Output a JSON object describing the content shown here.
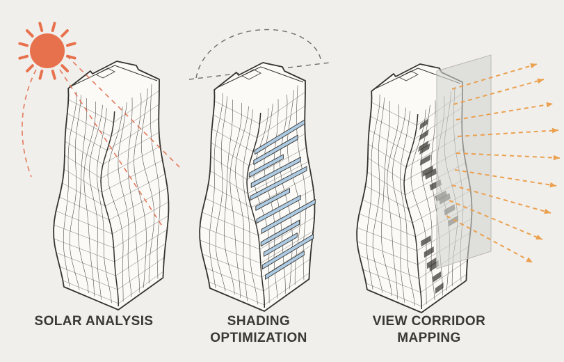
{
  "panels": [
    {
      "id": "solar-analysis",
      "label": "SOLAR ANALYSIS",
      "label_lines": [
        "SOLAR ANALYSIS"
      ]
    },
    {
      "id": "shading-optimization",
      "label": "SHADING OPTIMIZATION",
      "label_lines": [
        "SHADING",
        "OPTIMIZATION"
      ]
    },
    {
      "id": "view-corridor-mapping",
      "label": "VIEW CORRIDOR MAPPING",
      "label_lines": [
        "VIEW CORRIDOR",
        "MAPPING"
      ]
    }
  ],
  "icons": {
    "sun": "sun-icon",
    "sun_path": "sun-path-arc-icon",
    "plane": "view-plane",
    "arrows": "view-corridor-arrows"
  },
  "colors": {
    "background": "#f1efeb",
    "ink": "#35332e",
    "tower_fill": "#fbfaf7",
    "sun": "#e8714d",
    "solar_ray": "#e06a4a",
    "sun_path_arc": "#6f6d66",
    "shading_fin": "#aecbe4",
    "view_plane": "#d4d3d0",
    "view_plane_edge": "#b9b8b4",
    "view_arrow": "#eaa04f",
    "facade_shadow": "#44423d",
    "label_ink": "#3a3833"
  }
}
